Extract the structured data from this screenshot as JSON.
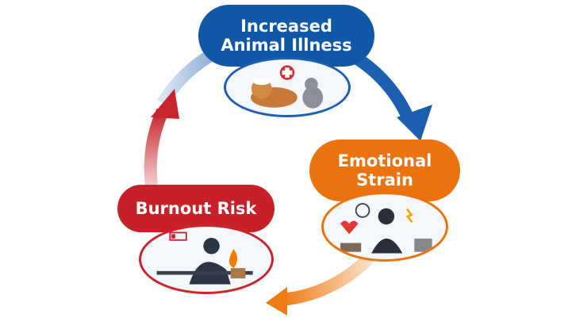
{
  "nodes": {
    "top": {
      "line1": "Increased",
      "line2": "Animal Illness",
      "color": "#0f58a8",
      "icon": "sick-pets-icon"
    },
    "right": {
      "line1": "Emotional",
      "line2": "Strain",
      "color": "#ea7310",
      "icon": "stressed-person-icon"
    },
    "left": {
      "line1": "Burnout Risk",
      "color": "#c62028",
      "icon": "burnout-person-icon"
    }
  },
  "arrows": {
    "blue": "#1c5fb0",
    "orange": "#ee7a14",
    "red": "#c8242b"
  }
}
